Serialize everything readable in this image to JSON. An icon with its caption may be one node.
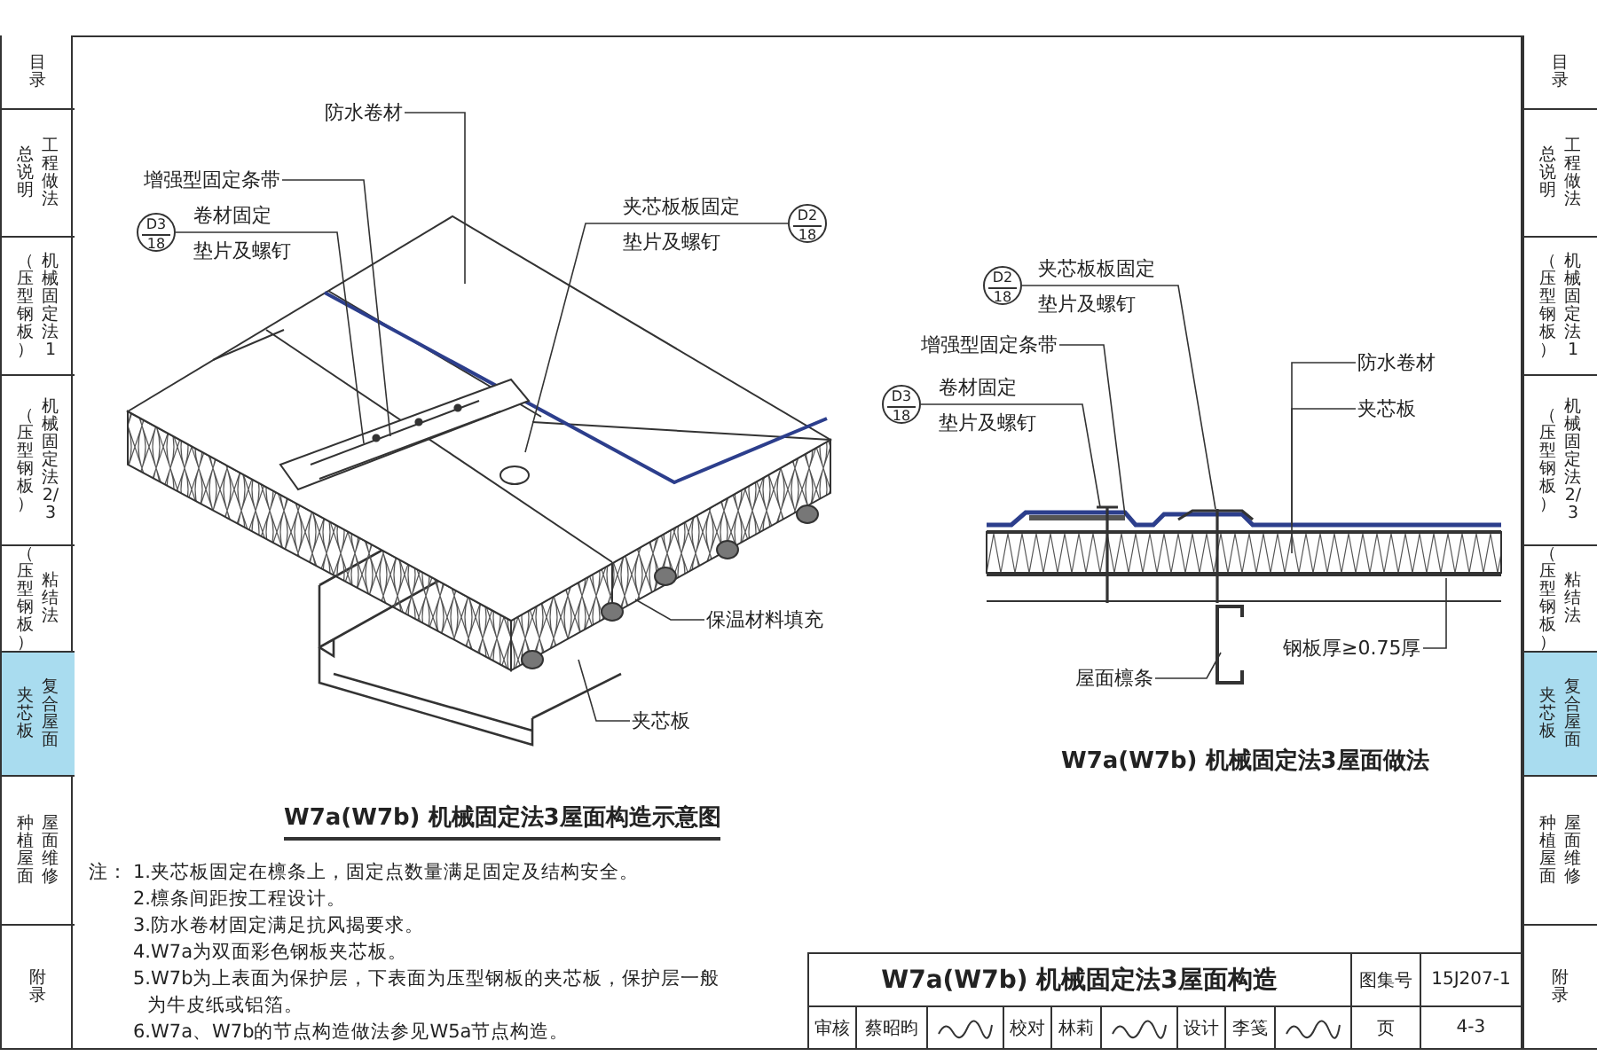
{
  "diagram": {
    "nodes": [
      {
        "text": [
          "防水卷材"
        ]
      },
      {
        "text": [
          "增强型固定条带"
        ]
      },
      {
        "text": [
          "D3",
          "18"
        ],
        "beside": [
          "卷材固定",
          "垫片及螺钉"
        ]
      },
      {
        "text": [
          "D2",
          "18"
        ],
        "beside": [
          "夹芯板板固定",
          "垫片及螺钉"
        ]
      },
      {
        "text": [
          "保温材料填充"
        ]
      },
      {
        "text": [
          "夹芯板"
        ]
      },
      {
        "text": [
          "D2",
          "18"
        ],
        "beside": [
          "夹芯板板固定",
          "垫片及螺钉"
        ]
      },
      {
        "text": [
          "增强型固定条带"
        ]
      },
      {
        "text": [
          "D3",
          "18"
        ],
        "beside": [
          "卷材固定",
          "垫片及螺钉"
        ]
      },
      {
        "text": [
          "防水卷材"
        ]
      },
      {
        "text": [
          "夹芯板"
        ]
      },
      {
        "text": [
          "钢板厚≥0.75厚"
        ]
      },
      {
        "text": [
          "屋面檩条"
        ]
      },
      {
        "text": [],
        "shape": "bar"
      },
      {
        "text": [],
        "shape": "picture"
      },
      {
        "text": [],
        "shape": "picture"
      }
    ],
    "edges": [
      {
        "from": 0,
        "to": null,
        "arrow": "none"
      },
      {
        "from": 1,
        "to": null,
        "arrow": "none"
      },
      {
        "from": 2,
        "to": null,
        "arrow": "none"
      },
      {
        "from": 3,
        "to": null,
        "arrow": "none"
      },
      {
        "from": 4,
        "to": null,
        "arrow": "none"
      },
      {
        "from": 5,
        "to": null,
        "arrow": "none"
      },
      {
        "from": 6,
        "to": 15,
        "arrow": "none"
      },
      {
        "from": 7,
        "to": 13,
        "arrow": "none"
      },
      {
        "from": 8,
        "to": 14,
        "arrow": "none"
      },
      {
        "from": 9,
        "to": null,
        "arrow": "none"
      },
      {
        "from": 10,
        "to": null,
        "arrow": "none"
      },
      {
        "from": 11,
        "to": null,
        "arrow": "none"
      },
      {
        "from": 12,
        "to": null,
        "arrow": "none"
      }
    ],
    "labels": [
      "目录",
      "工程做法",
      "总说明",
      "机械固定法1",
      "（压型钢板）",
      "机械固定法2/3",
      "（压型钢板）",
      "粘结法",
      "（压型钢板）",
      "复合屋面",
      "夹芯板",
      "屋面维修",
      "种植屋面",
      "附录",
      "W7a(W7b) 机械固定法3屋面构造示意图",
      "W7a(W7b) 机械固定法3屋面做法",
      "注：",
      "1.夹芯板固定在檩条上，固定点数量满足固定及结构安全。",
      "2.檩条间距按工程设计。",
      "3.防水卷材固定满足抗风揭要求。",
      "4.W7a为双面彩色钢板夹芯板。",
      "5.W7b为上表面为保护层，下表面为压型钢板的夹芯板，保护层一般为牛皮纸或铝箔。",
      "6.W7a、W7b的节点构造做法参见W5a节点构造。",
      "W7a(W7b) 机械固定法3屋面构造",
      "图集号",
      "15J207-1",
      "审核",
      "蔡昭昀",
      "校对",
      "林莉",
      "设计",
      "李笺",
      "页",
      "4-3",
      "目录",
      "工程做法",
      "总说明",
      "机械固定法1",
      "（压型钢板）",
      "机械固定法2/3",
      "（压型钢板）",
      "粘结法",
      "（压型钢板）",
      "复合屋面",
      "夹芯板",
      "屋面维修",
      "种植屋面",
      "附录"
    ]
  }
}
